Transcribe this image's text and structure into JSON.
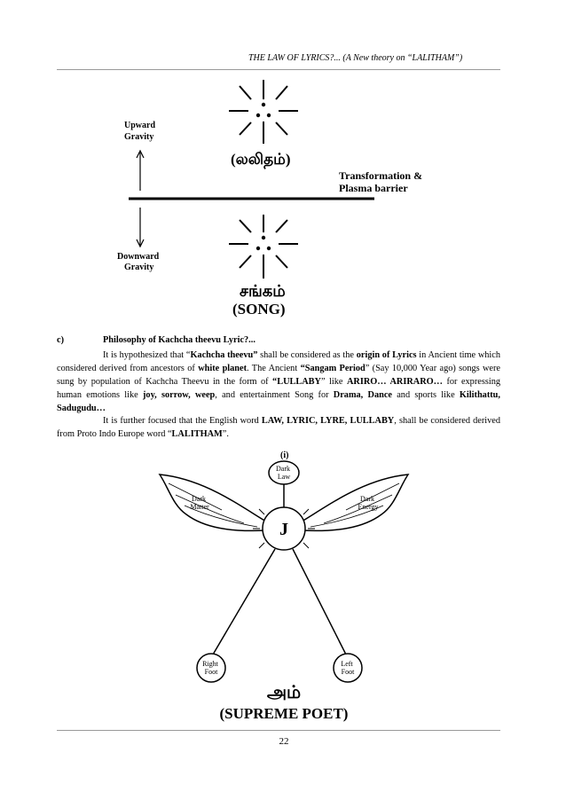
{
  "header": {
    "running_title": "THE LAW OF    LYRICS?... (A New theory on “LALITHAM”)"
  },
  "figure1": {
    "upward_gravity_line1": "Upward",
    "upward_gravity_line2": "Gravity",
    "tamil_lalitham": "(லலிதம்)",
    "transformation_line1": "Transformation &",
    "transformation_line2": "Plasma barrier",
    "downward_gravity_line1": "Downward",
    "downward_gravity_line2": "Gravity",
    "tamil_sangam": "சங்கம்",
    "song": "(SONG)"
  },
  "section_c": {
    "number": "c)",
    "heading": "Philosophy of Kachcha theevu Lyric?..."
  },
  "paragraph1": {
    "t1": "It is hypothesized that “",
    "b1": "Kachcha theevu”",
    "t2": " shall be considered as the ",
    "b2": "origin of Lyrics",
    "t3": " in Ancient time which considered derived from ancestors of ",
    "b3": "white planet",
    "t4": ". The Ancient ",
    "b4": "“Sangam Period",
    "t5": "” (Say 10,000 Year ago) songs were sung by population of Kachcha Theevu in the form of ",
    "b5": "“LULLABY",
    "t6": "” like ",
    "b6": "ARIRO… ARIRARO…",
    "t7": " for expressing human emotions like ",
    "b7": "joy, sorrow, weep",
    "t8": ", and entertainment Song for ",
    "b8": "Drama, Dance",
    "t9": " and sports like ",
    "b9": "Kilithattu, Sadugudu…"
  },
  "paragraph2": {
    "t1": "It is further focused that the English word ",
    "b1": "LAW, LYRIC, LYRE, LULLABY",
    "t2": ", shall be considered derived from Proto Indo Europe word “",
    "b2": "LALITHAM",
    "t3": "”."
  },
  "figure2": {
    "label": "(i)",
    "dark_law_line1": "Dark",
    "dark_law_line2": "Law",
    "dark_matter_line1": "Dark",
    "dark_matter_line2": "Matter",
    "dark_energy_line1": "Dark",
    "dark_energy_line2": "Energy",
    "center": "J",
    "right_foot_line1": "Right",
    "right_foot_line2": "Foot",
    "left_foot_line1": "Left",
    "left_foot_line2": "Foot",
    "tamil_am": "அம்",
    "supreme_poet": "(SUPREME POET)"
  },
  "footer": {
    "page_number": "22"
  }
}
